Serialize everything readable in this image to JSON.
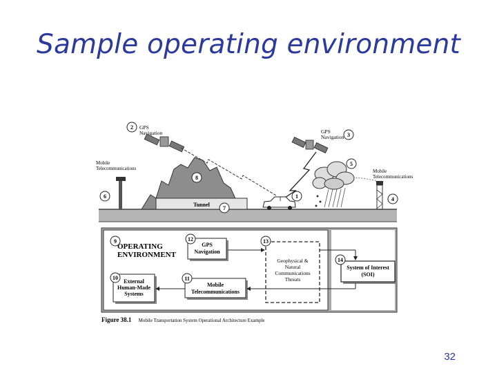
{
  "slide": {
    "title": "Sample operating environment",
    "page_number": "32"
  },
  "scene": {
    "gps_left": "GPS\nNavigation",
    "gps_right": "GPS\nNavigation",
    "mobile_left": "Mobile\nTelecommunications",
    "mobile_right": "Mobile\nTelecommunications",
    "tunnel": "Tunnel",
    "callouts": [
      "1",
      "2",
      "3",
      "4",
      "5",
      "6",
      "7",
      "8"
    ]
  },
  "architecture": {
    "env_title": "OPERATING\nENVIRONMENT",
    "gps": "GPS\nNavigation",
    "external": "External\nHuman-Made\nSystems",
    "mobile": "Mobile\nTelecommunications",
    "threats": "Geophysical &\nNatural\nCommunications\nThreats",
    "soi": "System of Interest\n(SOI)",
    "callouts": [
      "9",
      "10",
      "11",
      "12",
      "13",
      "14"
    ]
  },
  "caption": {
    "label": "Figure 38.1",
    "text": "Mobile Transportation System Operational Architecture Example"
  }
}
